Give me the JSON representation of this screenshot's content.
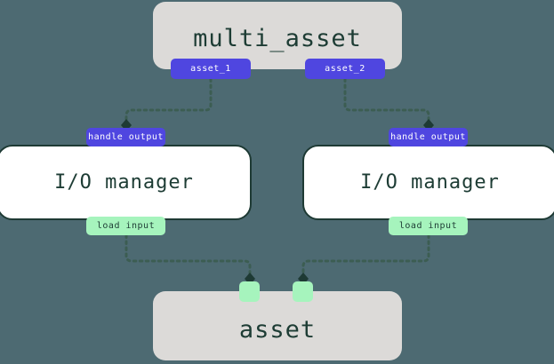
{
  "diagram": {
    "type": "flow-diagram",
    "background_color": "#4d6a72",
    "nodes": {
      "multi_asset": {
        "label": "multi_asset",
        "kind": "asset-card",
        "fill": "#dcdad8",
        "text_color": "#1d3c34",
        "outputs": [
          {
            "label": "asset_1",
            "color": "#4f46e0"
          },
          {
            "label": "asset_2",
            "color": "#4f46e0"
          }
        ]
      },
      "io_manager_left": {
        "label": "I/O manager",
        "kind": "process-box",
        "fill": "#ffffff",
        "border_color": "#1e3a34",
        "input_label": "handle output",
        "output_label": "load input"
      },
      "io_manager_right": {
        "label": "I/O manager",
        "kind": "process-box",
        "fill": "#ffffff",
        "border_color": "#1e3a34",
        "input_label": "handle output",
        "output_label": "load input"
      },
      "asset": {
        "label": "asset",
        "kind": "asset-card",
        "fill": "#dcdad8",
        "text_color": "#1d3c34",
        "inputs": [
          {
            "label": "",
            "color": "#a6f4bd"
          },
          {
            "label": "",
            "color": "#a6f4bd"
          }
        ]
      }
    },
    "edges": [
      {
        "from": "asset_1",
        "to": "handle output (left I/O manager)",
        "style": "dotted",
        "arrow": "diamond"
      },
      {
        "from": "asset_2",
        "to": "handle output (right I/O manager)",
        "style": "dotted",
        "arrow": "diamond"
      },
      {
        "from": "load input (left I/O manager)",
        "to": "asset input 1",
        "style": "dotted",
        "arrow": "diamond"
      },
      {
        "from": "load input (right I/O manager)",
        "to": "asset input 2",
        "style": "dotted",
        "arrow": "diamond"
      }
    ],
    "edge_color": "#3c5d52",
    "badge_purple": "#4f46e0",
    "badge_green": "#a6f4bd"
  }
}
